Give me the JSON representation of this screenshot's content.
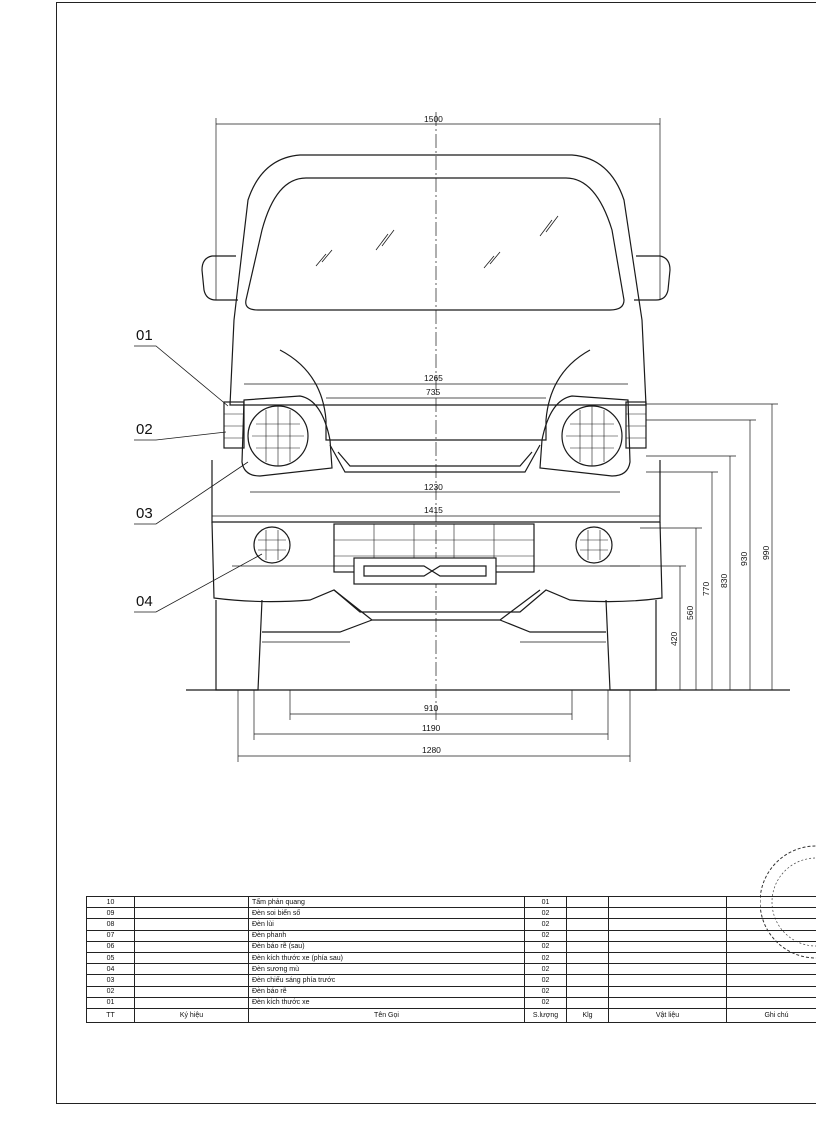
{
  "labels": [
    {
      "id": "01",
      "text": "01"
    },
    {
      "id": "02",
      "text": "02"
    },
    {
      "id": "03",
      "text": "03"
    },
    {
      "id": "04",
      "text": "04"
    }
  ],
  "dimensions": {
    "overall_width": "1500",
    "lamp_span_outer": "1265",
    "lamp_span_inner": "735",
    "bumper_top_span": "1230",
    "bumper_width": "1415",
    "inner_track": "910",
    "track": "1190",
    "outer_track": "1280",
    "h_420": "420",
    "h_560": "560",
    "h_770": "770",
    "h_830": "830",
    "h_930": "930",
    "h_990": "990"
  },
  "table": {
    "headers": [
      "TT",
      "Ký hiệu",
      "Tên Gọi",
      "S.lượng",
      "Klg",
      "Vật liệu",
      "Ghi chú"
    ],
    "rows": [
      {
        "tt": "10",
        "name": "Tấm phản quang",
        "qty": "01"
      },
      {
        "tt": "09",
        "name": "Đèn soi biển số",
        "qty": "02"
      },
      {
        "tt": "08",
        "name": "Đèn lùi",
        "qty": "02"
      },
      {
        "tt": "07",
        "name": "Đèn phanh",
        "qty": "02"
      },
      {
        "tt": "06",
        "name": "Đèn báo rẽ (sau)",
        "qty": "02"
      },
      {
        "tt": "05",
        "name": "Đèn kích thước xe (phía sau)",
        "qty": "02"
      },
      {
        "tt": "04",
        "name": "Đèn sương mù",
        "qty": "02"
      },
      {
        "tt": "03",
        "name": "Đèn chiếu sáng phía trước",
        "qty": "02"
      },
      {
        "tt": "02",
        "name": "Đèn báo rẽ",
        "qty": "02"
      },
      {
        "tt": "01",
        "name": "Đèn kích thước xe",
        "qty": "02"
      }
    ]
  }
}
